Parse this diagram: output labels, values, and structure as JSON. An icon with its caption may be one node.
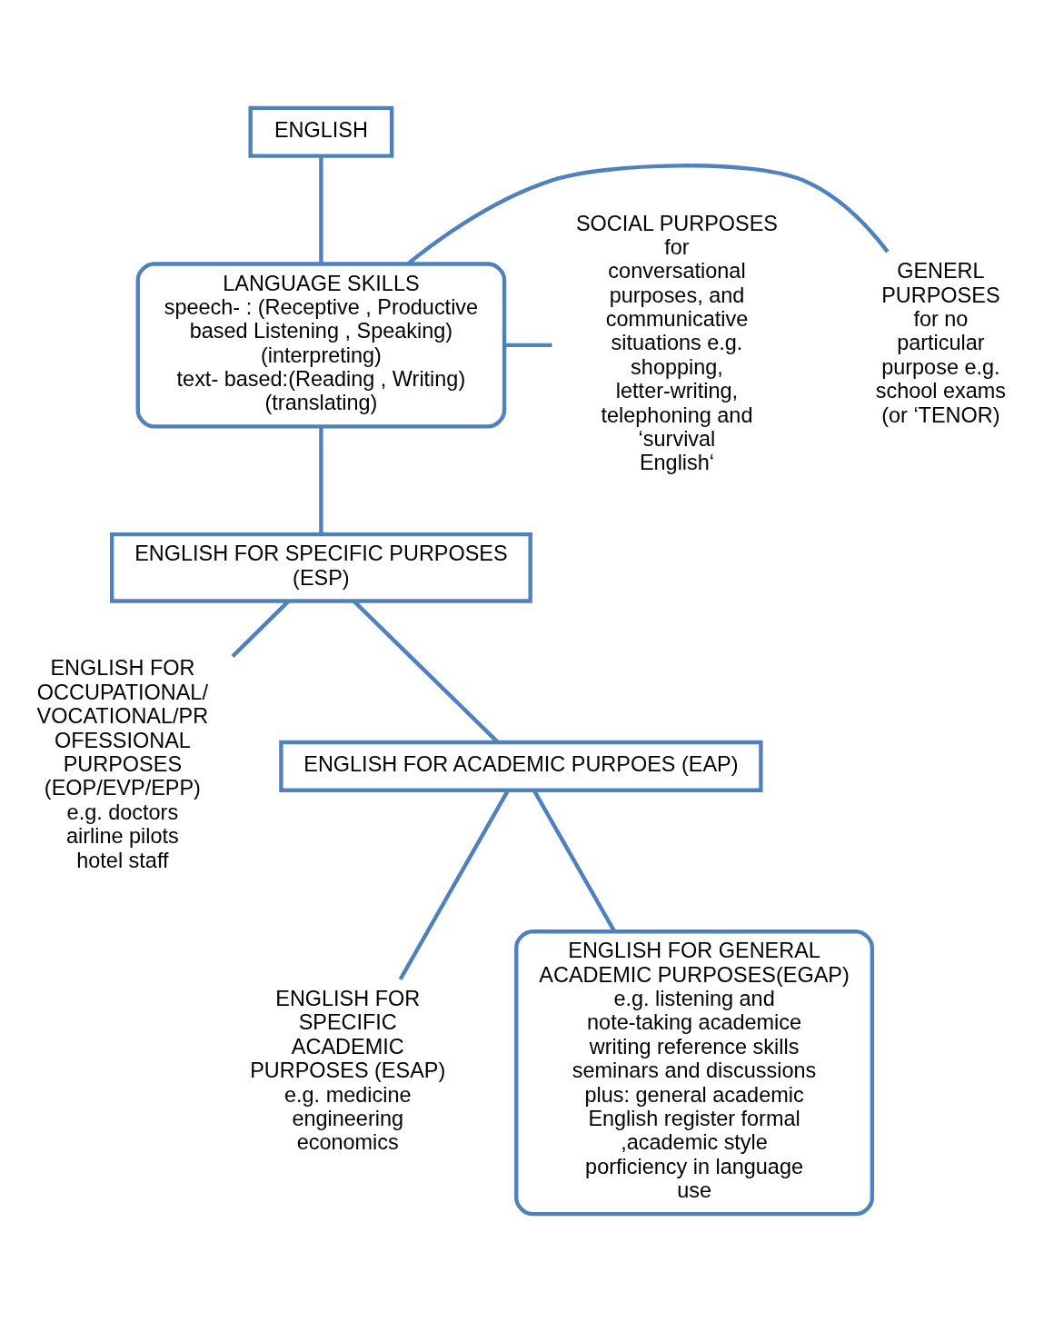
{
  "diagram": {
    "nodes": [
      {
        "text": [
          "ENGLISH"
        ]
      },
      {
        "text": [
          "LANGUAGE SKILLS",
          "speech- : (Receptive , Productive",
          "based Listening , Speaking)",
          "(interpreting)",
          "text- based:(Reading , Writing)",
          "(translating)"
        ]
      },
      {
        "text": [
          "GENERL PURPOSES",
          "for no particular purpose e.g. school exams (or ‘TENOR)"
        ]
      },
      {
        "text": [
          "SOCIAL PURPOSES",
          "for conversational purposes, and communicative situations e.g. shopping, letter-writing, telephoning and ‘survival English‘"
        ]
      },
      {
        "text": [
          "ENGLISH FOR SPECIFIC PURPOSES",
          "(ESP)"
        ]
      },
      {
        "text": [
          "ENGLISH FOR OCCUPATIONAL/ VOCATIONAL/PR OFESSIONAL PURPOSES (EOP/EVP/EPP)",
          "e.g. doctors",
          "airline pilots",
          "hotel staff"
        ]
      },
      {
        "text": [
          "ENGLISH FOR ACADEMIC PURPOES (EAP)"
        ]
      },
      {
        "text": [
          "ENGLISH FOR SPECIFIC ACADEMIC PURPOSES (ESAP)",
          "e.g. medicine engineering economics"
        ]
      },
      {
        "text": [
          "ENGLISH FOR GENERAL ACADEMIC PURPOSES(EGAP)",
          "e.g. listening and note-taking academice writing reference skills seminars and discussions",
          "plus: general academic English register formal ,academic style porficiency in language use"
        ]
      }
    ],
    "edges": [
      {
        "from": 0,
        "to": 1,
        "arrow": "none"
      },
      {
        "from": 1,
        "to": 2,
        "arrow": "none"
      },
      {
        "from": 1,
        "to": 3,
        "arrow": "none"
      },
      {
        "from": 1,
        "to": 4,
        "arrow": "none"
      },
      {
        "from": 4,
        "to": 5,
        "arrow": "none"
      },
      {
        "from": 4,
        "to": 6,
        "arrow": "none"
      },
      {
        "from": 6,
        "to": 7,
        "arrow": "none"
      },
      {
        "from": 6,
        "to": 8,
        "arrow": "none"
      }
    ]
  }
}
